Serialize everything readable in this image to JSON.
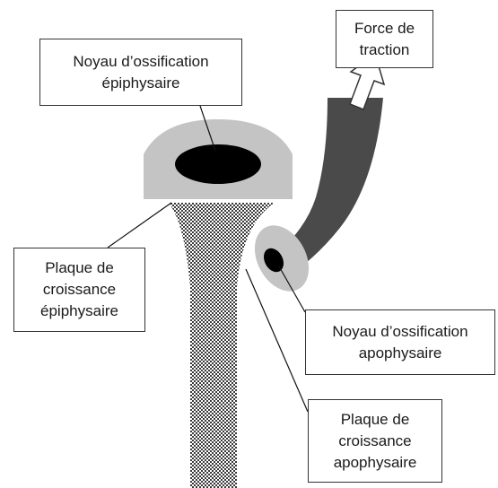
{
  "labels": {
    "force_traction": {
      "line1": "Force de",
      "line2": "traction"
    },
    "noyau_epiphysaire": {
      "line1": "Noyau d’ossification",
      "line2": "épiphysaire"
    },
    "plaque_epiphysaire": {
      "line1": "Plaque de",
      "line2": "croissance",
      "line3": "épiphysaire"
    },
    "noyau_apophysaire": {
      "line1": "Noyau d’ossification",
      "line2": "apophysaire"
    },
    "plaque_apophysaire": {
      "line1": "Plaque de",
      "line2": "croissance",
      "line3": "apophysaire"
    }
  },
  "colors": {
    "epiphysis": "#c4c4c4",
    "nucleus": "#000000",
    "tendon": "#4a4a4a",
    "outline": "#333333",
    "background": "#ffffff"
  }
}
